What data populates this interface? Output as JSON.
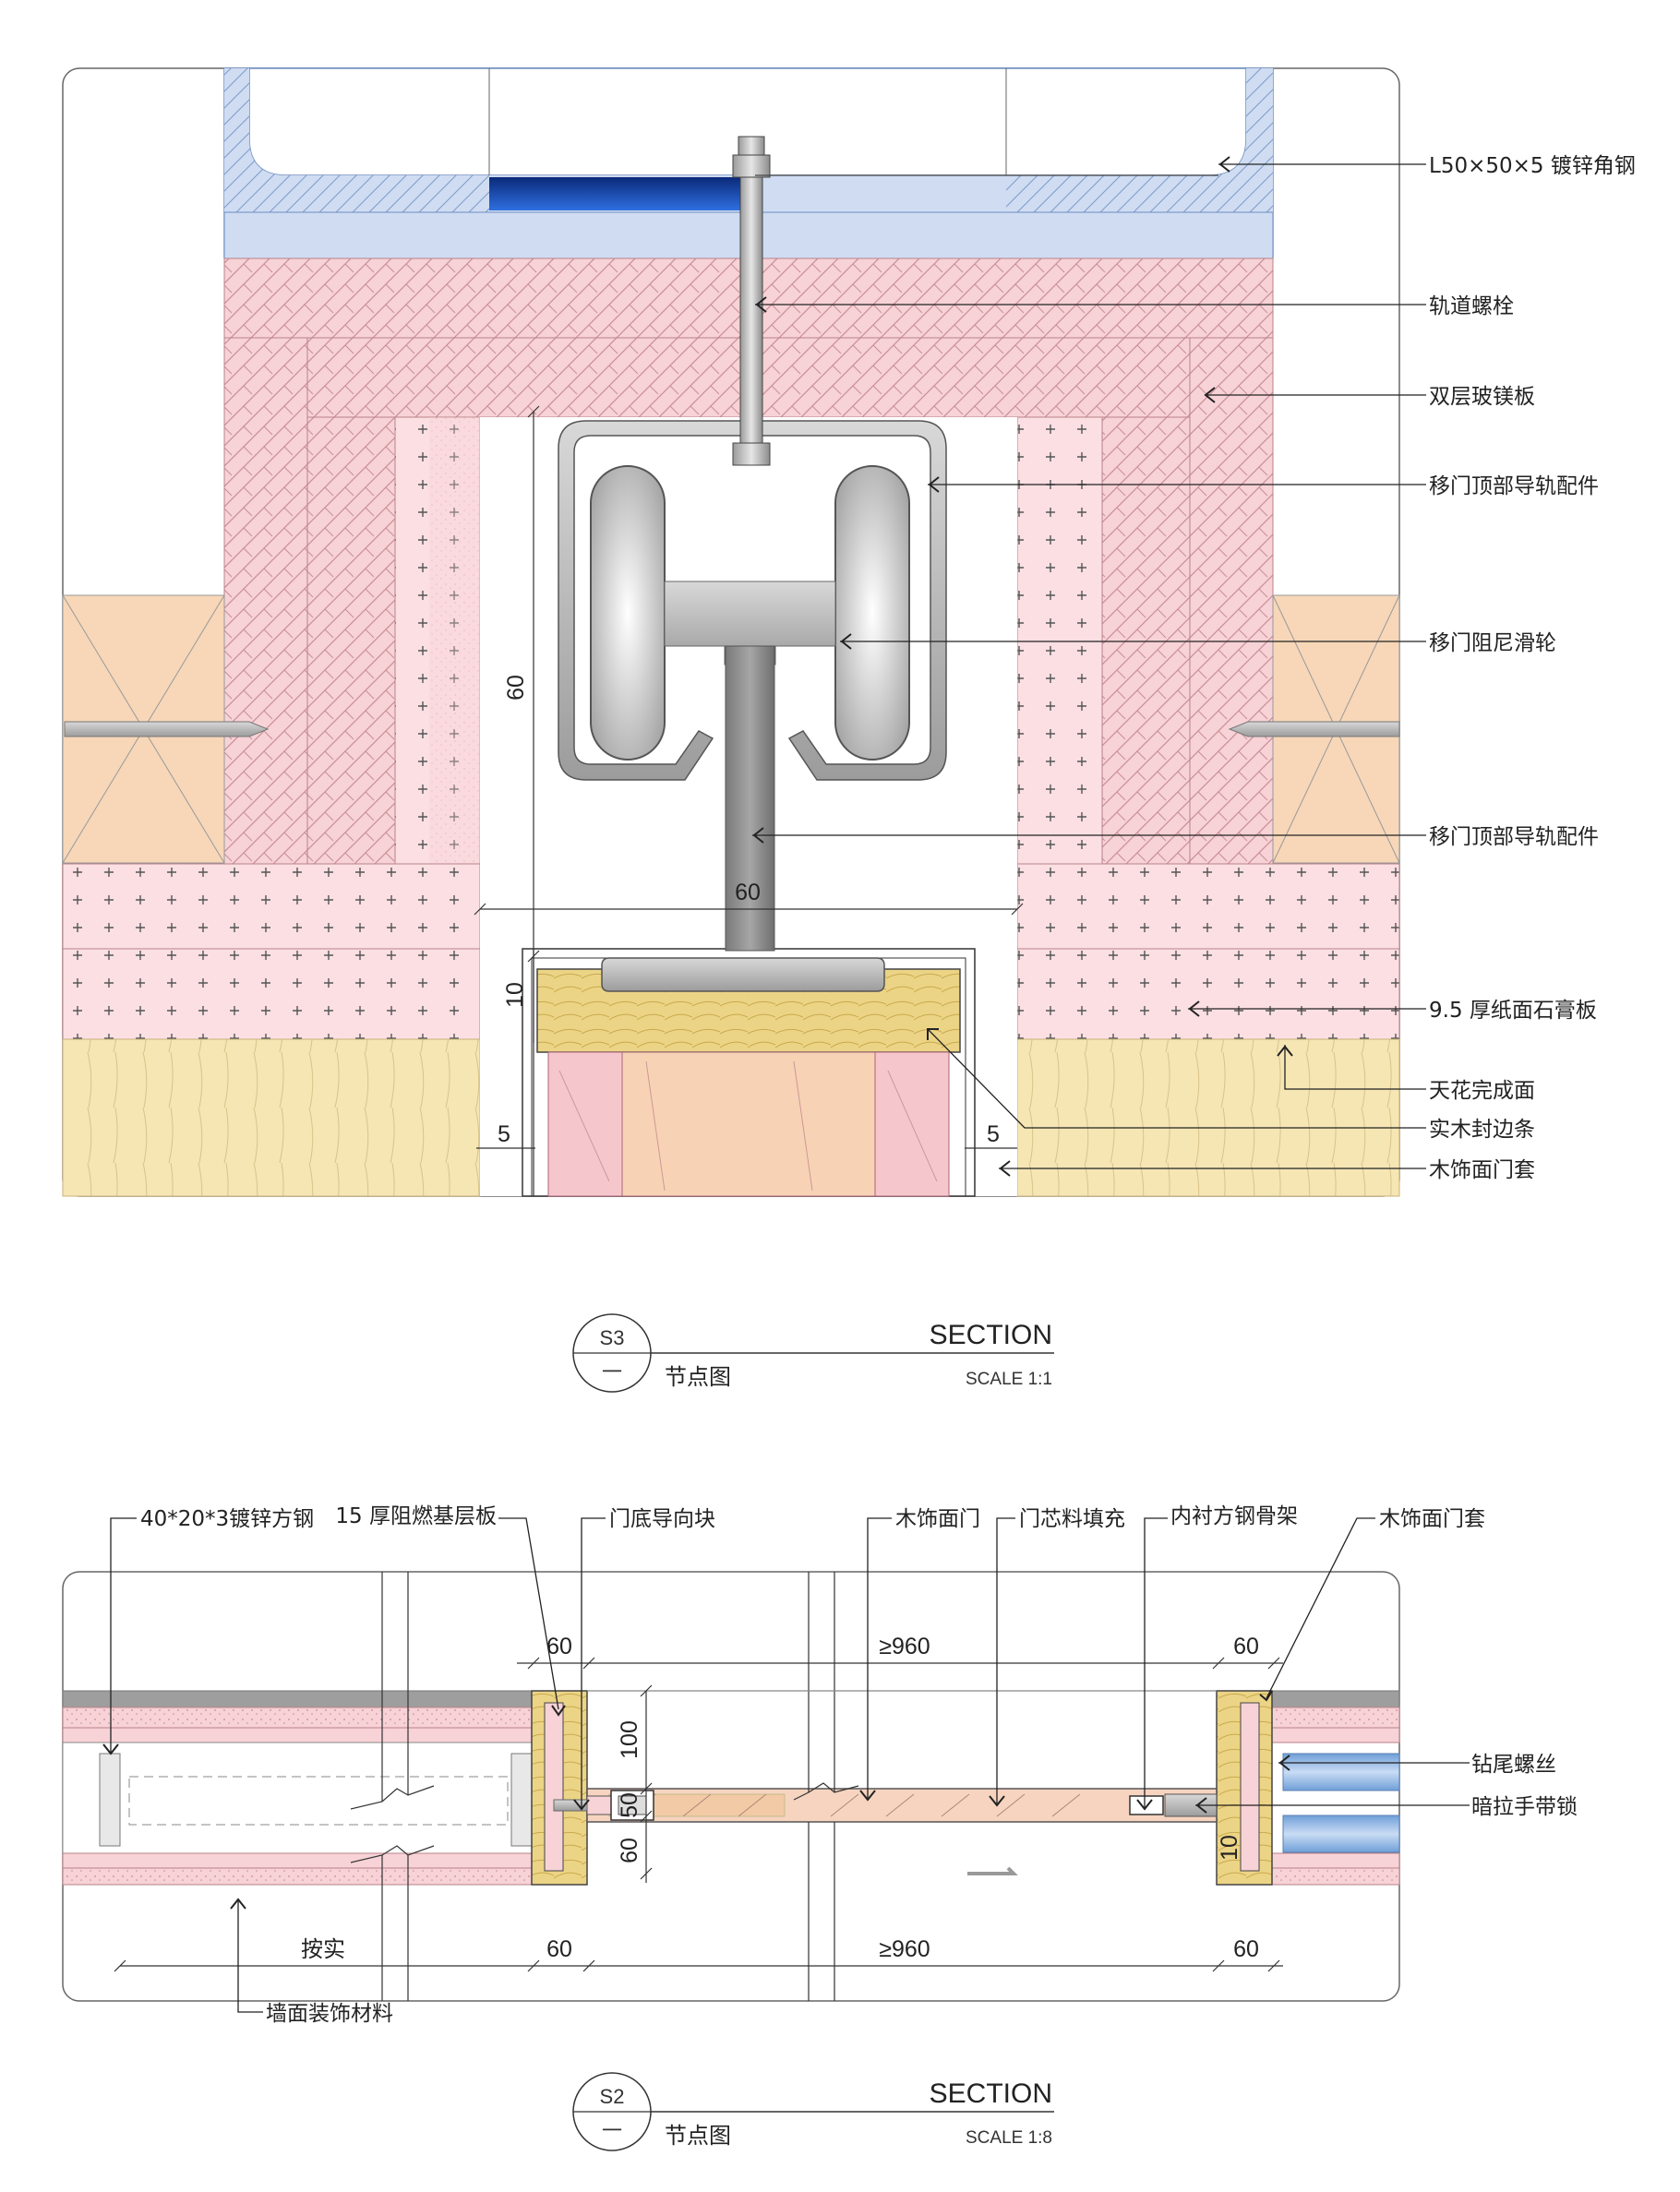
{
  "top_detail": {
    "labels": [
      "L50×50×5 镀锌角钢",
      "轨道螺栓",
      "双层玻镁板",
      "移门顶部导轨配件",
      "移门阻尼滑轮",
      "移门顶部导轨配件",
      "9.5 厚纸面石膏板",
      "天花完成面",
      "实木封边条",
      "木饰面门套"
    ],
    "dims": {
      "height_60": "60",
      "width_60": "60",
      "gap_10": "10",
      "left_5": "5",
      "right_5": "5"
    },
    "title": {
      "code": "S3",
      "sub": "一",
      "section": "SECTION",
      "name": "节点图",
      "scale": "SCALE 1:1"
    }
  },
  "bottom_detail": {
    "labels": {
      "steel": "40*20*3镀锌方钢",
      "base_board": "15 厚阻燃基层板",
      "guide_block": "门底导向块",
      "wood_door": "木饰面门",
      "core_fill": "门芯料填充",
      "steel_frame": "内衬方钢骨架",
      "door_frame": "木饰面门套",
      "screw": "钻尾螺丝",
      "lock": "暗拉手带锁",
      "wall_finish": "墙面装饰材料",
      "as_built": "按实"
    },
    "dims": {
      "top_left_60": "60",
      "top_mid": "≥960",
      "top_right_60": "60",
      "v100": "100",
      "v50": "50",
      "v60": "60",
      "v10": "10",
      "bot_left_60": "60",
      "bot_mid": "≥960",
      "bot_right_60": "60"
    },
    "title": {
      "code": "S2",
      "sub": "一",
      "section": "SECTION",
      "name": "节点图",
      "scale": "SCALE 1:8"
    }
  },
  "colors": {
    "steel_blue": "#c8d8f0",
    "board_pink": "#f7d2d6",
    "gypsum_pink": "#fbe0e4",
    "wood_light": "#f6e7b0",
    "wood_dark": "#e8cf79",
    "wood_orange": "#f8d2b4",
    "metal_grey": "#b4b4b4"
  }
}
